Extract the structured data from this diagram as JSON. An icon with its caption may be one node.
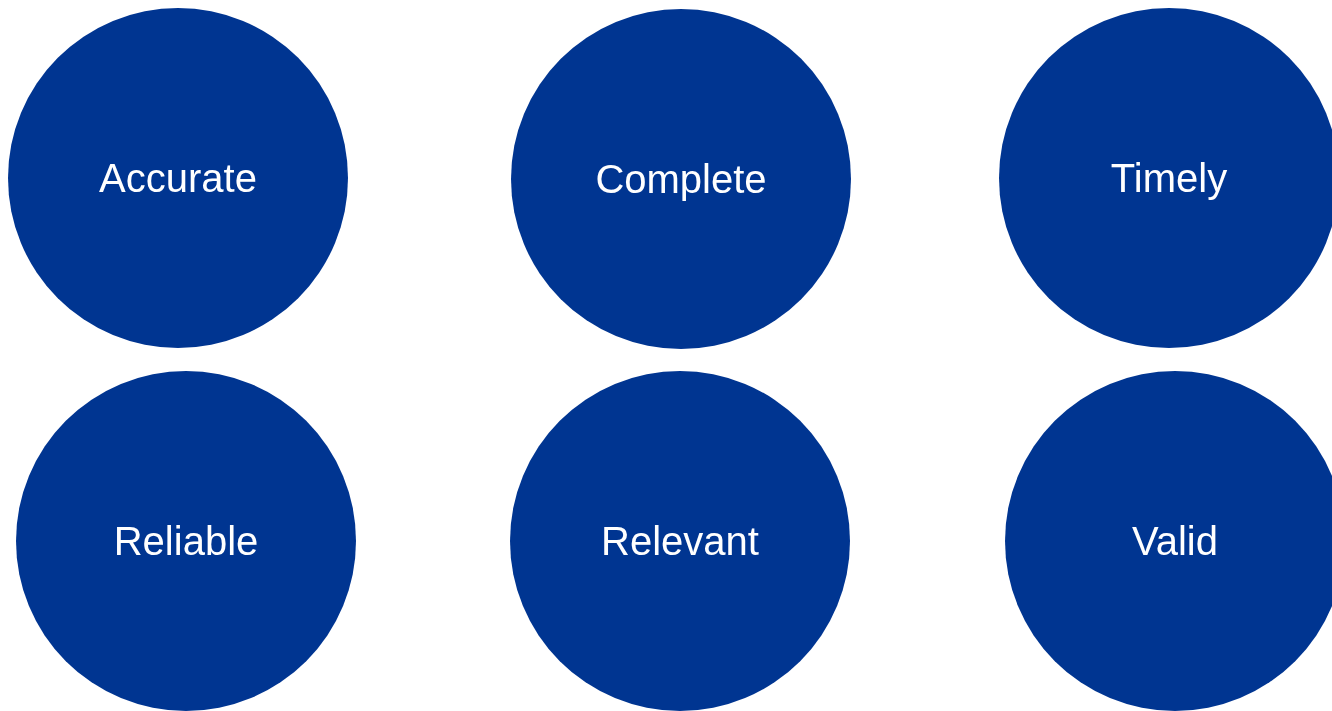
{
  "diagram": {
    "nodes": [
      {
        "text": [
          "Accurate"
        ]
      },
      {
        "text": [
          "Complete"
        ]
      },
      {
        "text": [
          "Timely"
        ]
      },
      {
        "text": [
          "Reliable"
        ]
      },
      {
        "text": [
          "Relevant"
        ]
      },
      {
        "text": [
          "Valid"
        ]
      }
    ]
  }
}
